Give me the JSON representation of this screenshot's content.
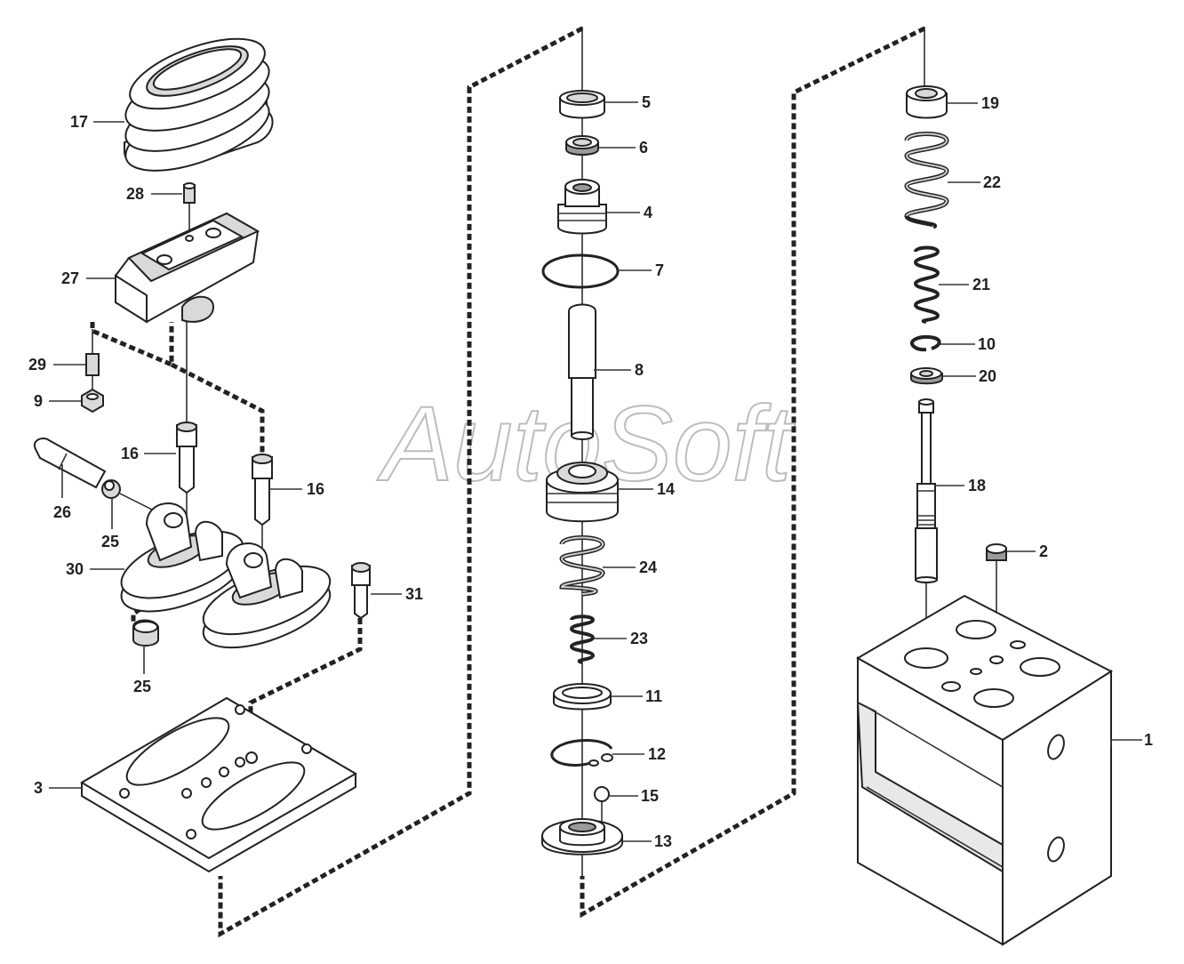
{
  "watermark": "AutoSoft",
  "callouts": {
    "c1": "1",
    "c2": "2",
    "c3": "3",
    "c4": "4",
    "c5": "5",
    "c6": "6",
    "c7": "7",
    "c8": "8",
    "c9": "9",
    "c10": "10",
    "c11": "11",
    "c12": "12",
    "c13": "13",
    "c14": "14",
    "c15": "15",
    "c16a": "16",
    "c16b": "16",
    "c17": "17",
    "c18": "18",
    "c19": "19",
    "c20": "20",
    "c21": "21",
    "c22": "22",
    "c23": "23",
    "c24": "24",
    "c25a": "25",
    "c25b": "25",
    "c26": "26",
    "c27": "27",
    "c28": "28",
    "c29": "29",
    "c30": "30",
    "c31": "31"
  }
}
